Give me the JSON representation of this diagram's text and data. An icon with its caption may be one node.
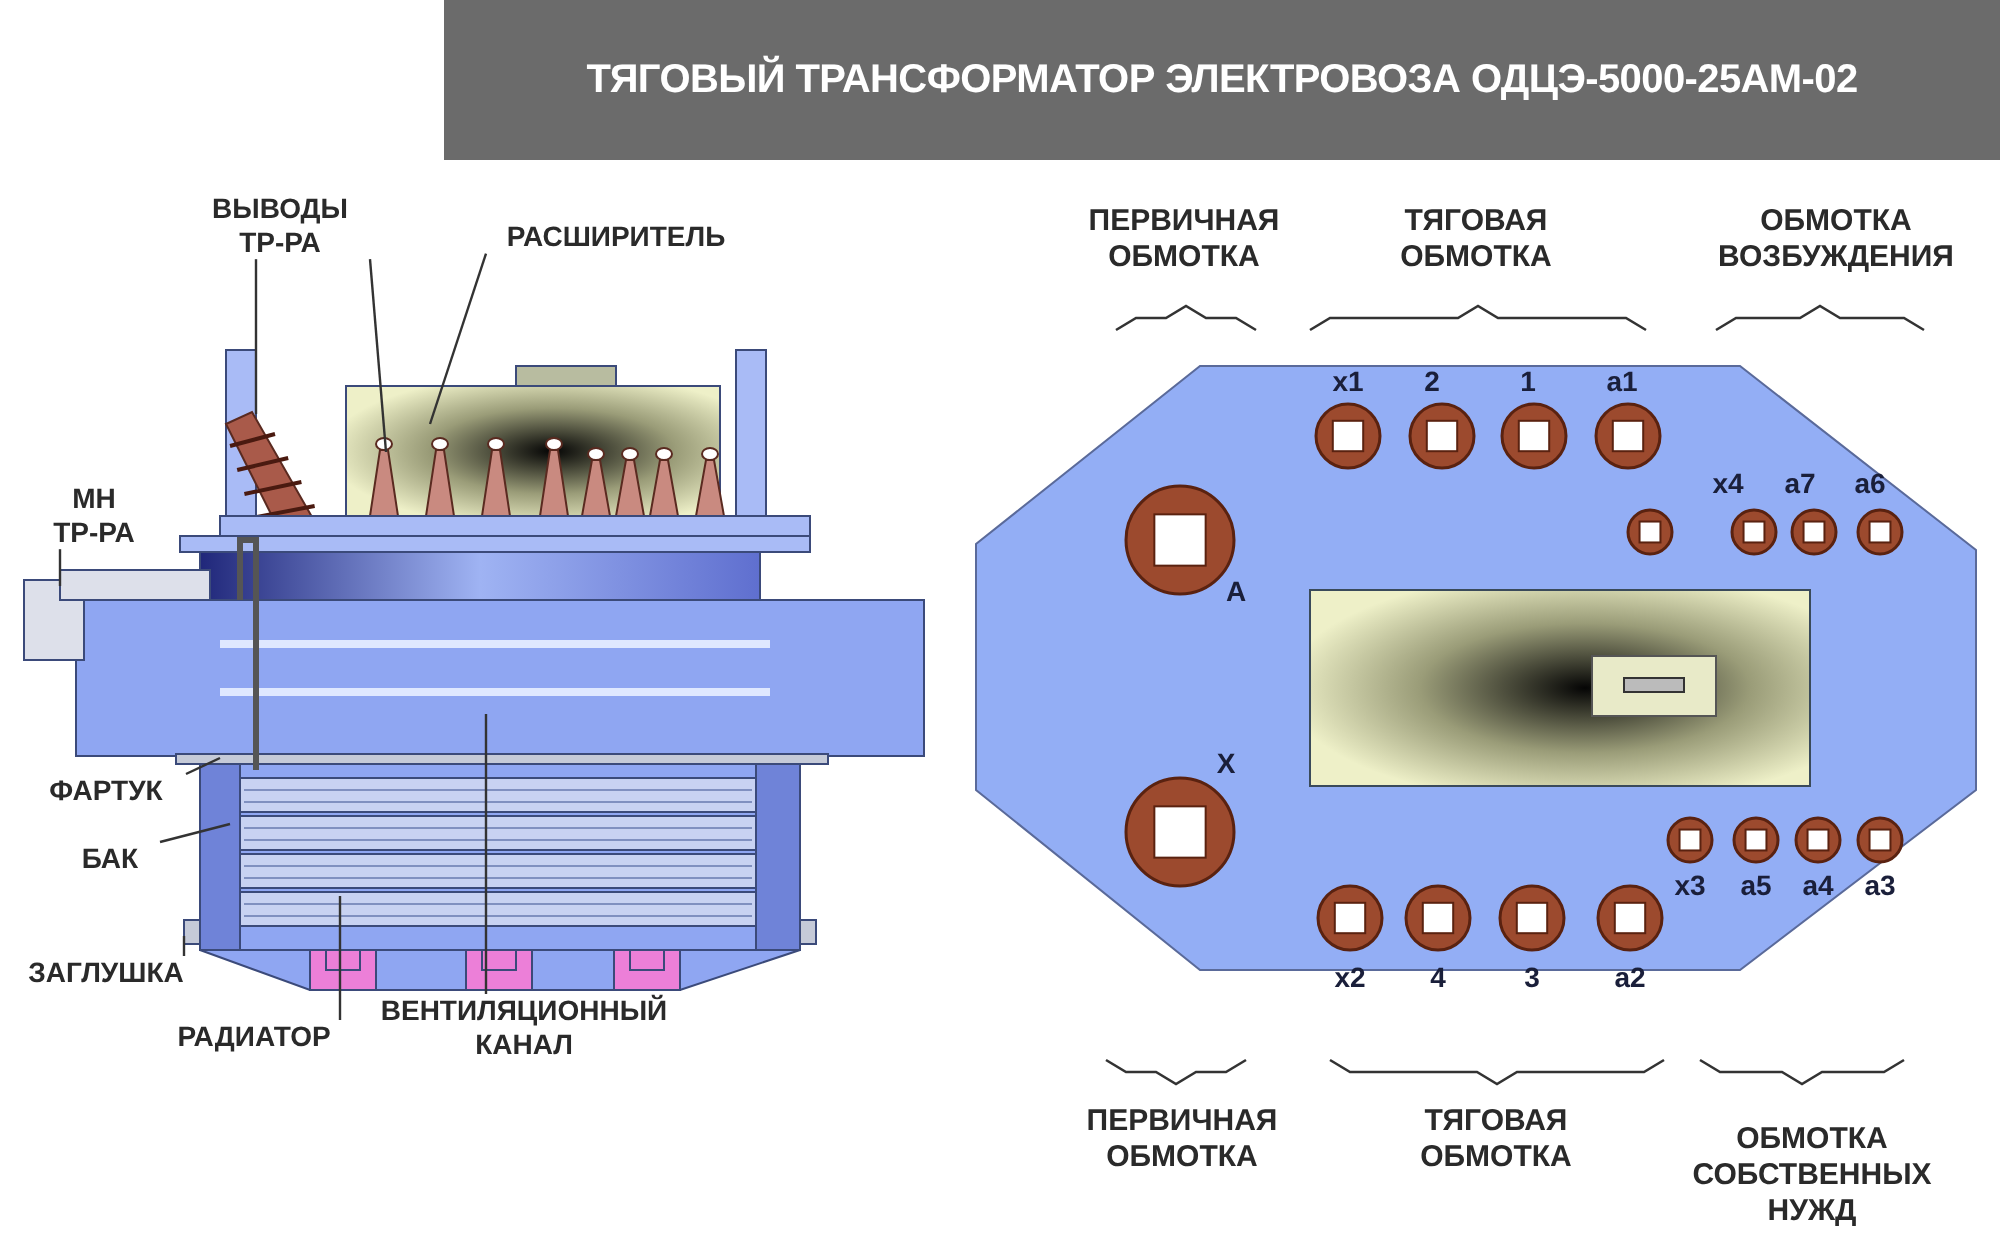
{
  "diagram": {
    "title": "ТЯГОВЫЙ ТРАНСФОРМАТОР ЭЛЕКТРОВОЗА ОДЦЭ-5000-25АМ-02",
    "nodes": [
      {
        "text": [
          "ВЫВОДЫ ТР-РА"
        ]
      },
      {
        "text": [
          "РАСШИРИТЕЛЬ"
        ]
      },
      {
        "text": [
          "МН ТР-РА"
        ]
      },
      {
        "text": [
          "ФАРТУК"
        ]
      },
      {
        "text": [
          "БАК"
        ]
      },
      {
        "text": [
          "ЗАГЛУШКА"
        ]
      },
      {
        "text": [
          "РАДИАТОР"
        ]
      },
      {
        "text": [
          "ВЕНТИЛЯЦИОННЫЙ КАНАЛ"
        ]
      }
    ],
    "edges": [
      {
        "from": 0,
        "to": null,
        "arrow": "none"
      },
      {
        "from": 0,
        "to": null,
        "arrow": "none"
      },
      {
        "from": 1,
        "to": null,
        "arrow": "none"
      },
      {
        "from": 2,
        "to": null,
        "arrow": "none"
      },
      {
        "from": 3,
        "to": null,
        "arrow": "none"
      },
      {
        "from": 4,
        "to": null,
        "arrow": "none"
      },
      {
        "from": 5,
        "to": null,
        "arrow": "none"
      },
      {
        "from": 6,
        "to": null,
        "arrow": "none"
      },
      {
        "from": 7,
        "to": null,
        "arrow": "none"
      }
    ],
    "labels": [
      "ПЕРВИЧНАЯ ОБМОТКА",
      "ТЯГОВАЯ ОБМОТКА",
      "ОБМОТКА ВОЗБУЖДЕНИЯ",
      "x1",
      "2",
      "1",
      "a1",
      "x4",
      "a7",
      "a6",
      "A",
      "X",
      "x3",
      "a5",
      "a4",
      "a3",
      "x2",
      "4",
      "3",
      "a2",
      "ПЕРВИЧНАЯ ОБМОТКА",
      "ТЯГОВАЯ ОБМОТКА",
      "ОБМОТКА СОБСТВЕННЫХ НУЖД"
    ]
  }
}
